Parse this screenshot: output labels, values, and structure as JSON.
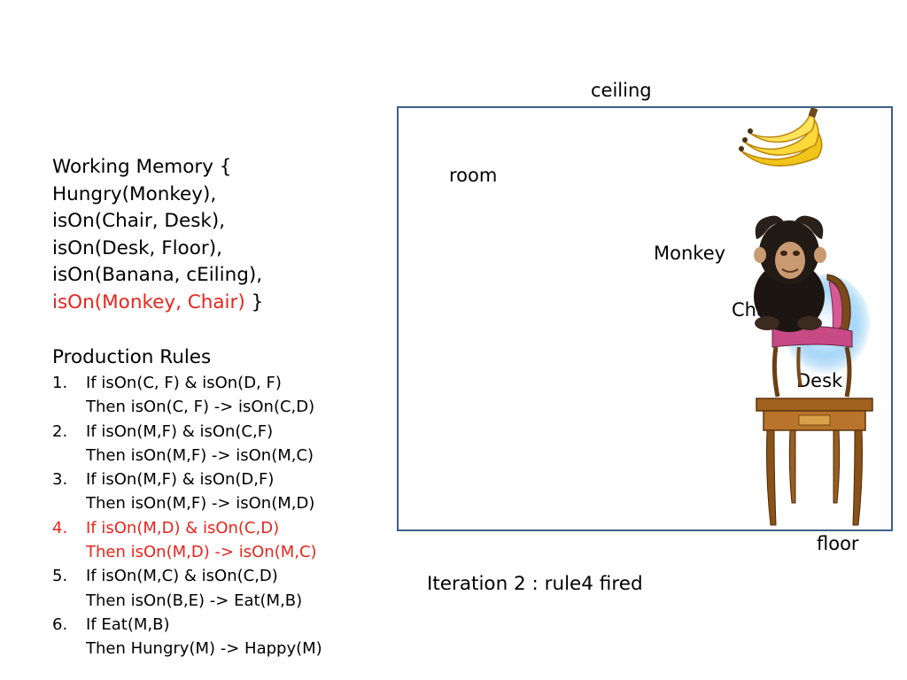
{
  "working_memory": {
    "lines": [
      "Working Memory {",
      "Hungry(Monkey),",
      "isOn(Chair, Desk),",
      "isOn(Desk, Floor),",
      "isOn(Banana, cEiling),"
    ],
    "highlight_line": "isOn(Monkey, Chair)",
    "closing": " }"
  },
  "production_rules": {
    "title": "Production Rules",
    "rules": [
      {
        "num": "1.",
        "if": "If isOn(C, F) & isOn(D, F)",
        "then": "Then isOn(C, F) -> isOn(C,D)",
        "highlighted": false
      },
      {
        "num": "2.",
        "if": "If isOn(M,F) & isOn(C,F)",
        "then": "Then isOn(M,F) -> isOn(M,C)",
        "highlighted": false
      },
      {
        "num": "3.",
        "if": "If isOn(M,F) & isOn(D,F)",
        "then": "Then isOn(M,F) -> isOn(M,D)",
        "highlighted": false
      },
      {
        "num": "4.",
        "if": "If isOn(M,D) & isOn(C,D)",
        "then": "Then isOn(M,D) -> isOn(M,C)",
        "highlighted": true
      },
      {
        "num": "5.",
        "if": "If isOn(M,C) & isOn(C,D)",
        "then": "Then isOn(B,E) -> Eat(M,B)",
        "highlighted": false
      },
      {
        "num": "6.",
        "if": "If Eat(M,B)",
        "then": "Then Hungry(M) -> Happy(M)",
        "highlighted": false
      }
    ]
  },
  "scene": {
    "ceiling": "ceiling",
    "room": "room",
    "monkey": "Monkey",
    "chair": "Chair",
    "desk": "Desk",
    "floor": "floor"
  },
  "status": {
    "iteration_text": "Iteration 2 : rule4 fired"
  },
  "colors": {
    "highlight": "#e8241d",
    "room_border": "#3e5f8a"
  }
}
